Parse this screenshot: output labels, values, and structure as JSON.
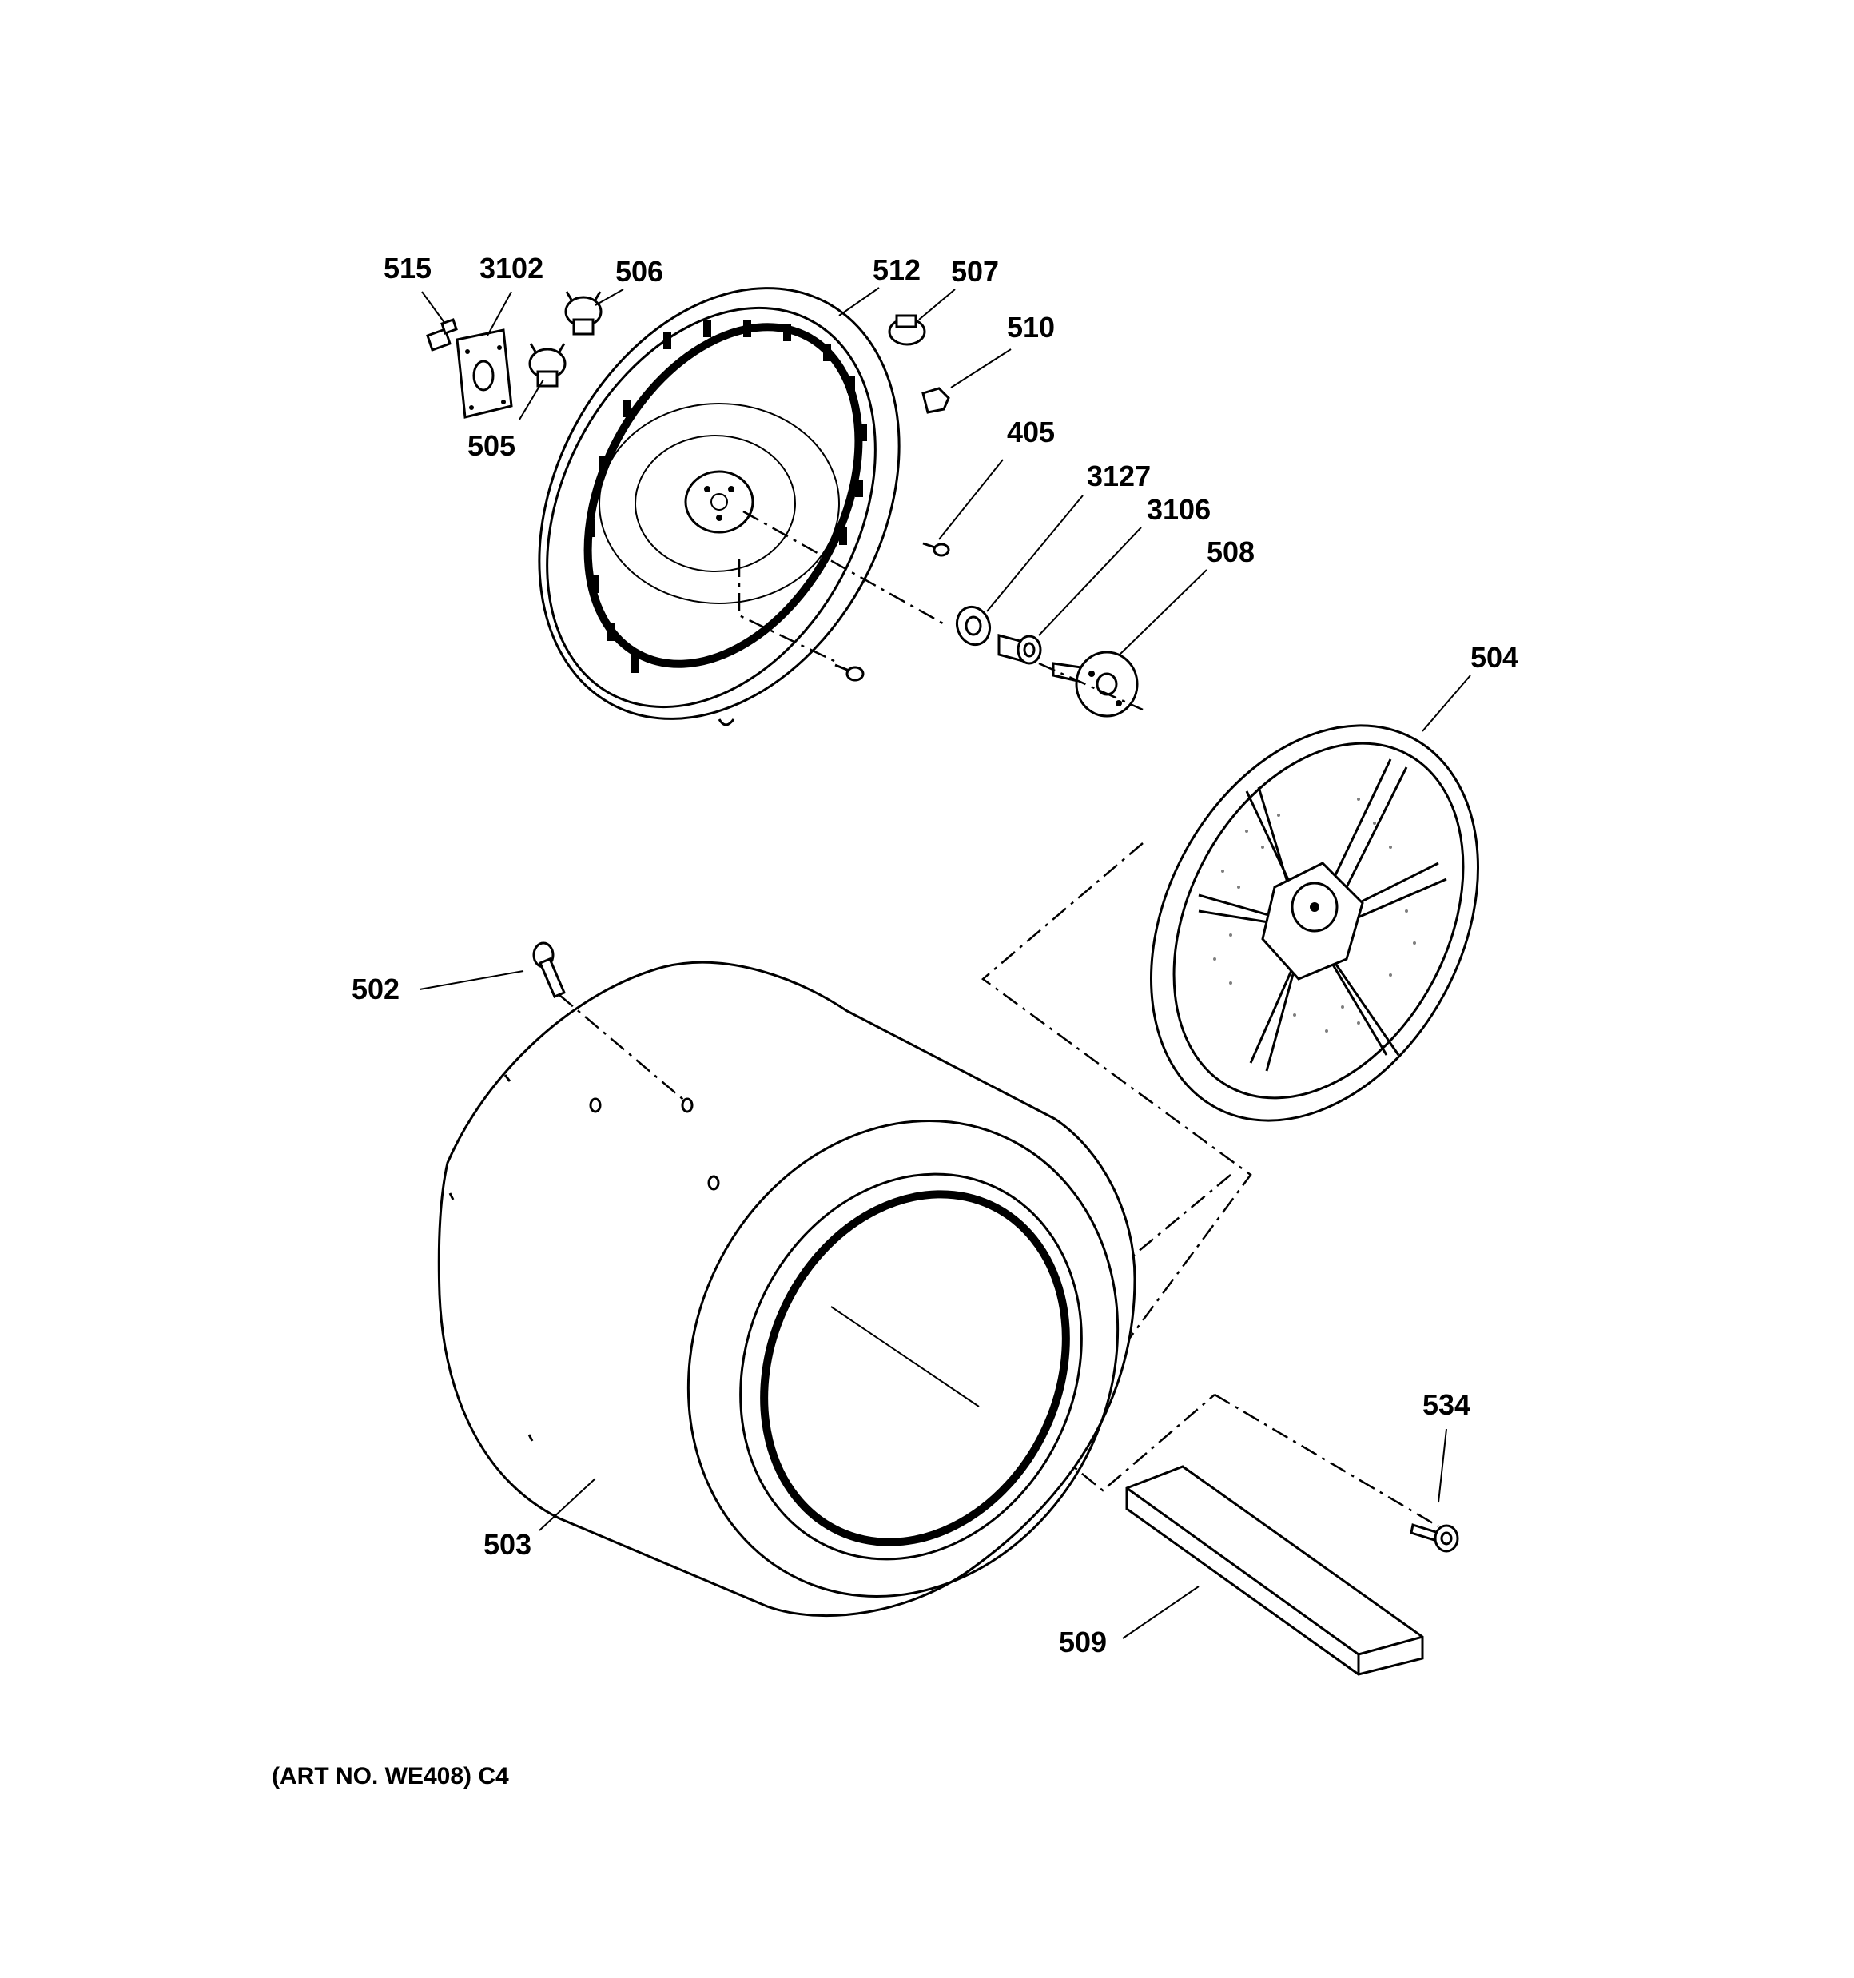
{
  "callouts": {
    "c515": "515",
    "c3102": "3102",
    "c506": "506",
    "c512": "512",
    "c507": "507",
    "c510": "510",
    "c505": "505",
    "c405": "405",
    "c3127": "3127",
    "c3106": "3106",
    "c508": "508",
    "c504": "504",
    "c502": "502",
    "c503": "503",
    "c534": "534",
    "c509": "509"
  },
  "footer": {
    "art_number": "(ART NO. WE408) C4"
  }
}
